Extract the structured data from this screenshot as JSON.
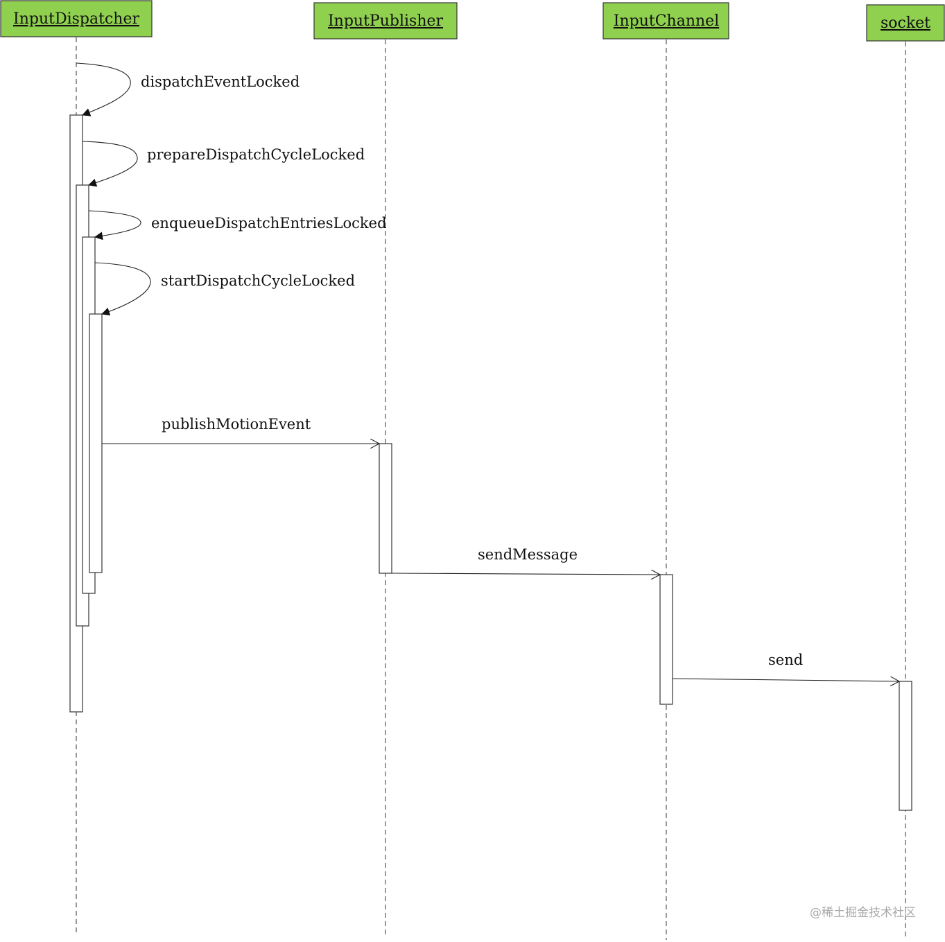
{
  "actors": [
    {
      "id": "dispatcher",
      "label": "InputDispatcher"
    },
    {
      "id": "publisher",
      "label": "InputPublisher"
    },
    {
      "id": "channel",
      "label": "InputChannel"
    },
    {
      "id": "socket",
      "label": "socket"
    }
  ],
  "messages": [
    {
      "id": "m1",
      "label": "dispatchEventLocked",
      "kind": "self",
      "from": "dispatcher",
      "to": "dispatcher"
    },
    {
      "id": "m2",
      "label": "prepareDispatchCycleLocked",
      "kind": "self",
      "from": "dispatcher",
      "to": "dispatcher"
    },
    {
      "id": "m3",
      "label": "enqueueDispatchEntriesLocked",
      "kind": "self",
      "from": "dispatcher",
      "to": "dispatcher"
    },
    {
      "id": "m4",
      "label": "startDispatchCycleLocked",
      "kind": "self",
      "from": "dispatcher",
      "to": "dispatcher"
    },
    {
      "id": "m5",
      "label": "publishMotionEvent",
      "kind": "call",
      "from": "dispatcher",
      "to": "publisher"
    },
    {
      "id": "m6",
      "label": "sendMessage",
      "kind": "call",
      "from": "publisher",
      "to": "channel"
    },
    {
      "id": "m7",
      "label": "send",
      "kind": "call",
      "from": "channel",
      "to": "socket"
    }
  ],
  "watermark": "@稀土掘金技术社区"
}
